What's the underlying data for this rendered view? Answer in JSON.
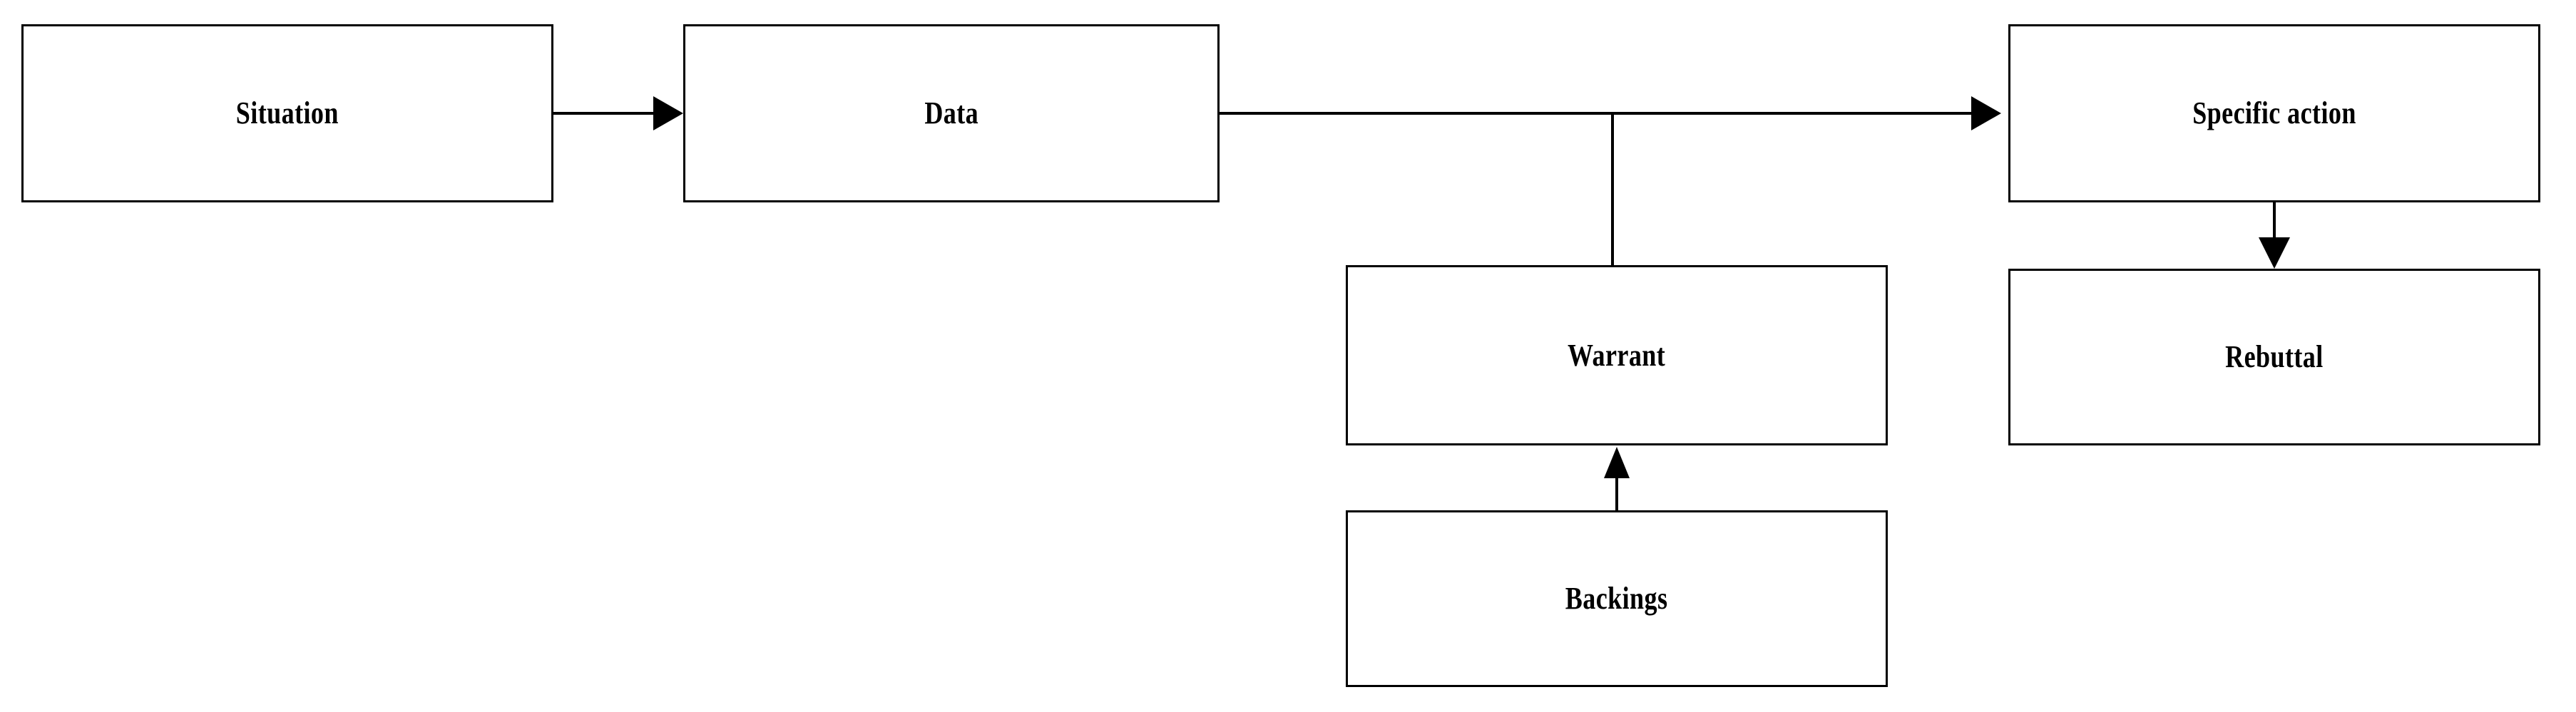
{
  "diagram": {
    "title": "Toulmin argumentation model flowchart",
    "background_color": "#ffffff",
    "stroke_color": "#000000",
    "nodes": [
      {
        "id": "situation",
        "label": "Situation"
      },
      {
        "id": "data",
        "label": "Data"
      },
      {
        "id": "specific_action",
        "label": "Specific action"
      },
      {
        "id": "rebuttal",
        "label": "Rebuttal"
      },
      {
        "id": "warrant",
        "label": "Warrant"
      },
      {
        "id": "backings",
        "label": "Backings"
      }
    ],
    "edges": [
      {
        "id": "situation_to_data",
        "from": "situation",
        "to": "data",
        "arrow": "right"
      },
      {
        "id": "data_to_action",
        "from": "data",
        "to": "specific_action",
        "arrow": "right"
      },
      {
        "id": "warrant_to_action_line",
        "from": "warrant",
        "to": "data_to_action",
        "arrow": "none"
      },
      {
        "id": "action_to_rebuttal",
        "from": "specific_action",
        "to": "rebuttal",
        "arrow": "down"
      },
      {
        "id": "backings_to_warrant",
        "from": "backings",
        "to": "warrant",
        "arrow": "up"
      }
    ]
  }
}
